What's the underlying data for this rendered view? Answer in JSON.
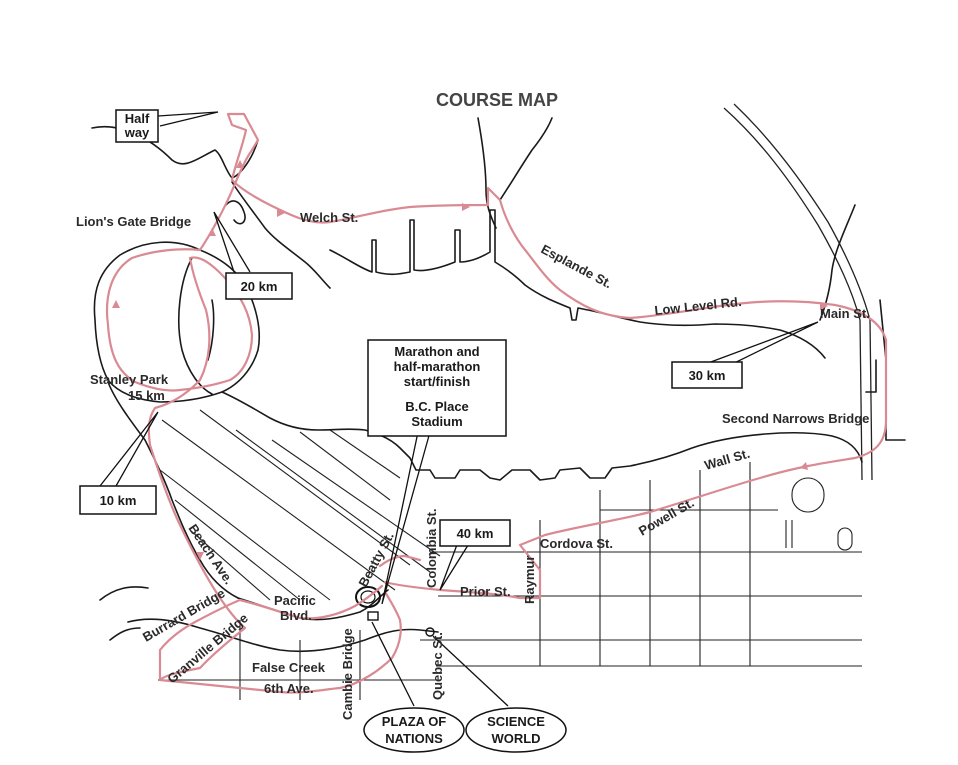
{
  "title": "COURSE MAP",
  "colors": {
    "route": "#d98a92",
    "ink": "#1a1a1a",
    "paper": "#ffffff"
  },
  "markers": {
    "half_way_1": "Half",
    "half_way_2": "way",
    "km20": "20 km",
    "km30": "30 km",
    "km10": "10 km",
    "km40": "40 km",
    "start_1": "Marathon and",
    "start_2": "half-marathon",
    "start_3": "start/finish",
    "stadium_1": "B.C. Place",
    "stadium_2": "Stadium",
    "plaza_1": "PLAZA OF",
    "plaza_2": "NATIONS",
    "science_1": "SCIENCE",
    "science_2": "WORLD"
  },
  "labels": {
    "lions_gate": "Lion's Gate Bridge",
    "welch": "Welch St.",
    "esplande": "Esplande St.",
    "low_level": "Low Level Rd.",
    "main": "Main St.",
    "stanley_park": "Stanley Park",
    "km15": "15 km",
    "second_narrows": "Second Narrows Bridge",
    "wall": "Wall St.",
    "powell": "Powell St.",
    "cordova": "Cordova St.",
    "raymur": "Raymur",
    "prior": "Prior St.",
    "colombia": "Colombia St.",
    "beatty": "Beatty St.",
    "pacific_1": "Pacific",
    "pacific_2": "Blvd.",
    "beach": "Beach Ave.",
    "burrard": "Burrard Bridge",
    "granville": "Granville Bridge",
    "false_creek": "False Creek",
    "sixth": "6th Ave.",
    "cambie": "Cambie Bridge",
    "quebec": "Quebec St."
  }
}
